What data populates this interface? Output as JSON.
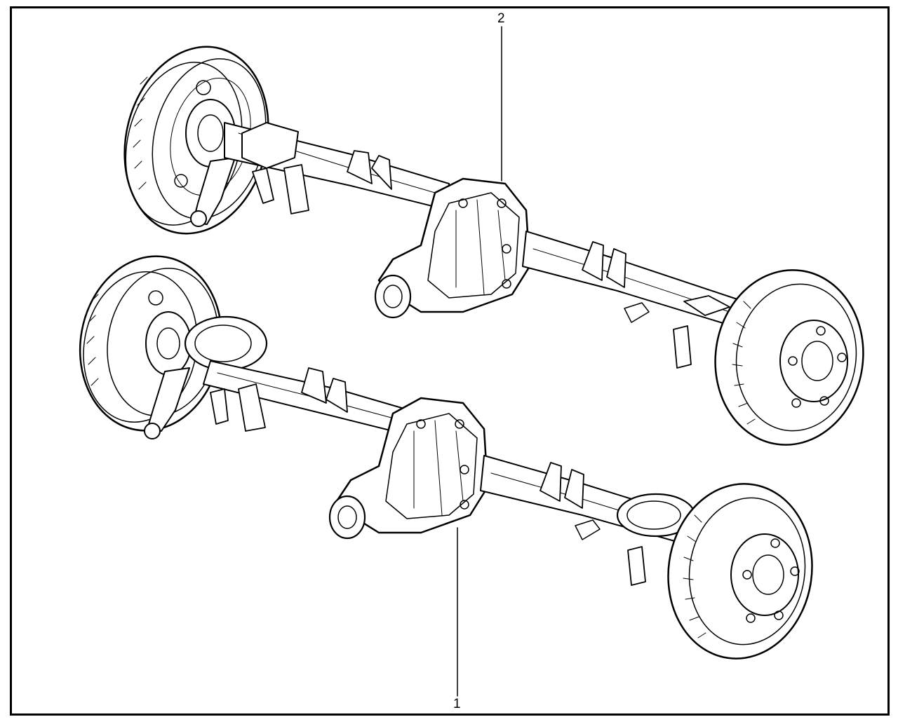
{
  "diagram": {
    "callouts": [
      {
        "id": "1",
        "label": "1"
      },
      {
        "id": "2",
        "label": "2"
      }
    ],
    "colors": {
      "line": "#000000",
      "background": "#ffffff"
    },
    "components": [
      "rear-axle-assembly-1",
      "rear-axle-assembly-2"
    ]
  }
}
